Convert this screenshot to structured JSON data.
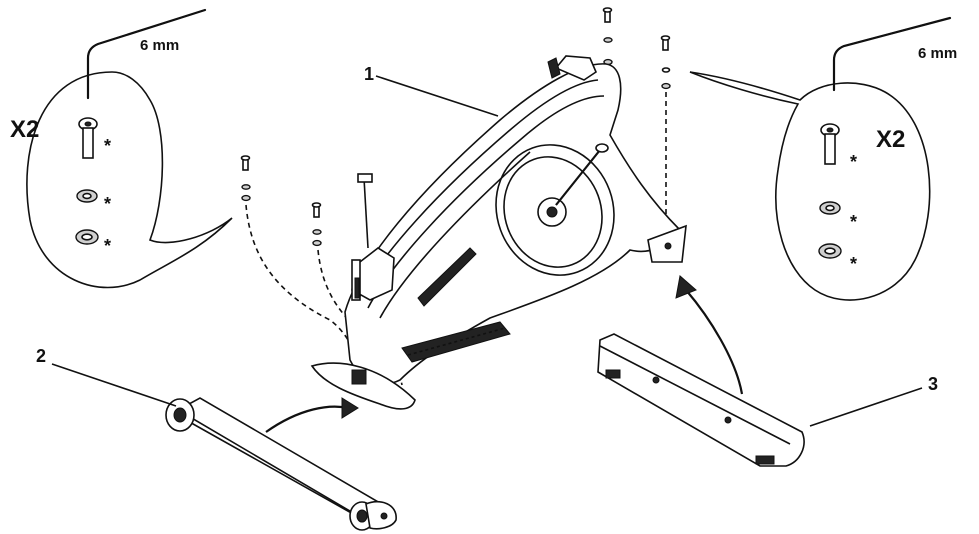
{
  "callouts": {
    "left": {
      "tool_size": "6 mm",
      "quantity": "X2",
      "marks": [
        "*",
        "*",
        "*"
      ]
    },
    "right": {
      "tool_size": "6 mm",
      "quantity": "X2",
      "marks": [
        "*",
        "*",
        "*"
      ]
    }
  },
  "parts": {
    "frame_number": "1",
    "front_stabilizer_number": "2",
    "rear_stabilizer_number": "3"
  }
}
